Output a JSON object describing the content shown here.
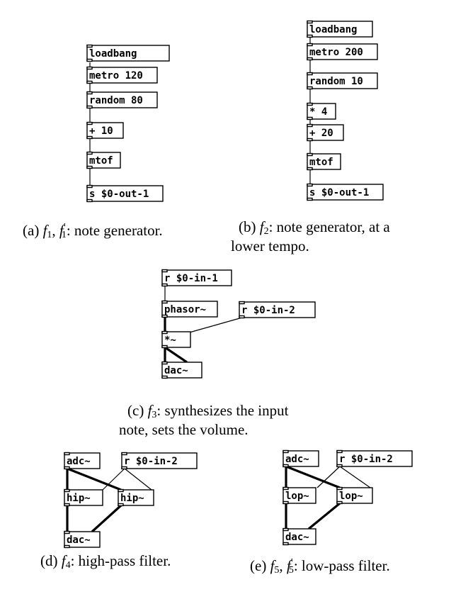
{
  "patches": {
    "a": {
      "objects": [
        "loadbang",
        "metro 120",
        "random 80",
        "+ 10",
        "mtof",
        "s $0-out-1"
      ]
    },
    "b": {
      "objects": [
        "loadbang",
        "metro 200",
        "random 10",
        "* 4",
        "+ 20",
        "mtof",
        "s $0-out-1"
      ]
    },
    "c": {
      "objects": [
        "r $0-in-1",
        "phasor~",
        "r $0-in-2",
        "*~",
        "dac~"
      ]
    },
    "d": {
      "objects": [
        "adc~",
        "r $0-in-2",
        "hip~",
        "hip~",
        "dac~"
      ]
    },
    "e": {
      "objects": [
        "adc~",
        "r $0-in-2",
        "lop~",
        "lop~",
        "dac~"
      ]
    }
  },
  "captions": {
    "a": {
      "prefix": "(a) ",
      "fn": "f",
      "sub1": "1",
      "sep": ", ",
      "fn2": "f",
      "prime": "′",
      "sub2": "1",
      "text": ": note generator."
    },
    "b": {
      "prefix": "(b) ",
      "fn": "f",
      "sub1": "2",
      "text": ":  note generator, at a",
      "line2": "lower tempo."
    },
    "c": {
      "prefix": "(c) ",
      "fn": "f",
      "sub1": "3",
      "text": ": synthesizes the input",
      "line2": "note, sets the volume."
    },
    "d": {
      "prefix": "(d) ",
      "fn": "f",
      "sub1": "4",
      "text": ": high-pass filter."
    },
    "e": {
      "prefix": "(e) ",
      "fn": "f",
      "sub1": "5",
      "sep": ", ",
      "fn2": "f",
      "prime": "′",
      "sub2": "5",
      "text": ": low-pass filter."
    }
  }
}
